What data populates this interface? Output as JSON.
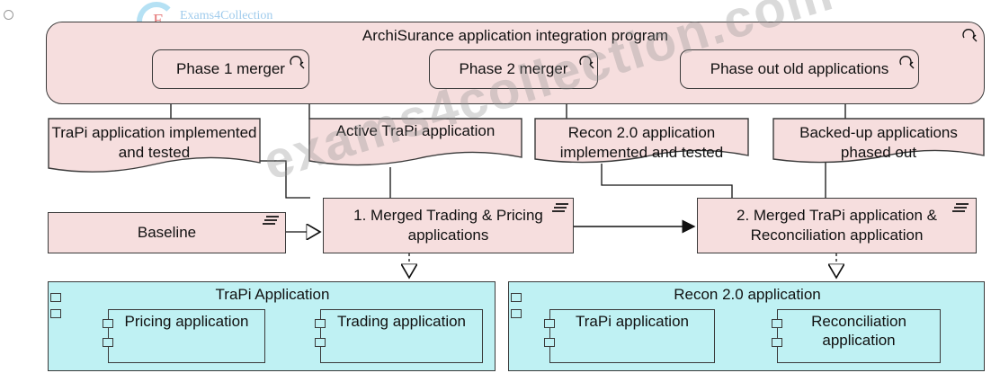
{
  "program": {
    "title": "ArchiSurance application integration program"
  },
  "phases": [
    {
      "label": "Phase 1 merger"
    },
    {
      "label": "Phase 2 merger"
    },
    {
      "label": "Phase out old applications"
    }
  ],
  "deliverables": [
    {
      "label": "TraPi application implemented and tested"
    },
    {
      "label": "Active TraPi application"
    },
    {
      "label": "Recon 2.0 application implemented and tested"
    },
    {
      "label": "Backed-up applications phased out"
    }
  ],
  "work_packages": [
    {
      "label": "Baseline"
    },
    {
      "label": "1. Merged Trading & Pricing applications"
    },
    {
      "label": "2. Merged TraPi application & Reconciliation application"
    }
  ],
  "applications": [
    {
      "title": "TraPi Application",
      "components": [
        "Pricing application",
        "Trading application"
      ]
    },
    {
      "title": "Recon 2.0 application",
      "components": [
        "TraPi application",
        "Reconciliation application"
      ]
    }
  ],
  "watermark": {
    "text": "exams4collection.com"
  },
  "logo": {
    "text": "Exams4Collection",
    "letter": "E"
  },
  "colors": {
    "motivation_pink": "#f6dede",
    "application_cyan": "#bff1f3",
    "border": "#3a3a3a"
  },
  "icons": [
    "event-icon",
    "work-package-icon",
    "component-icon"
  ]
}
